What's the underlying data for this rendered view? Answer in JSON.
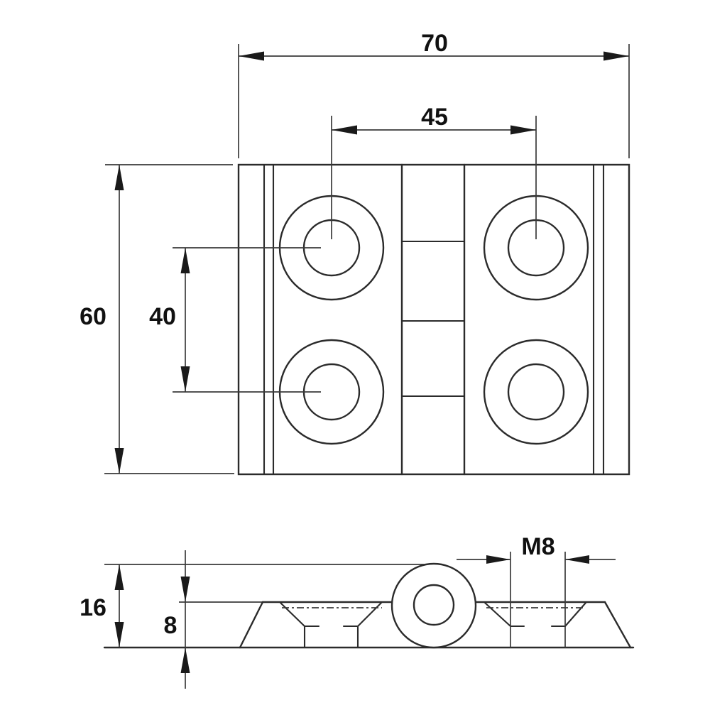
{
  "drawing": {
    "description": "technical drawing of a counterbored hinge: top view and side profile view",
    "line_color": "#2b2b2b",
    "background": "#ffffff",
    "top_view": {
      "dim_overall_width": "70",
      "dim_hole_spacing_horizontal": "45",
      "dim_overall_height": "60",
      "dim_hole_spacing_vertical": "40"
    },
    "side_view": {
      "dim_overall_thickness": "16",
      "dim_leaf_thickness": "8",
      "dim_thread": "M8"
    }
  }
}
